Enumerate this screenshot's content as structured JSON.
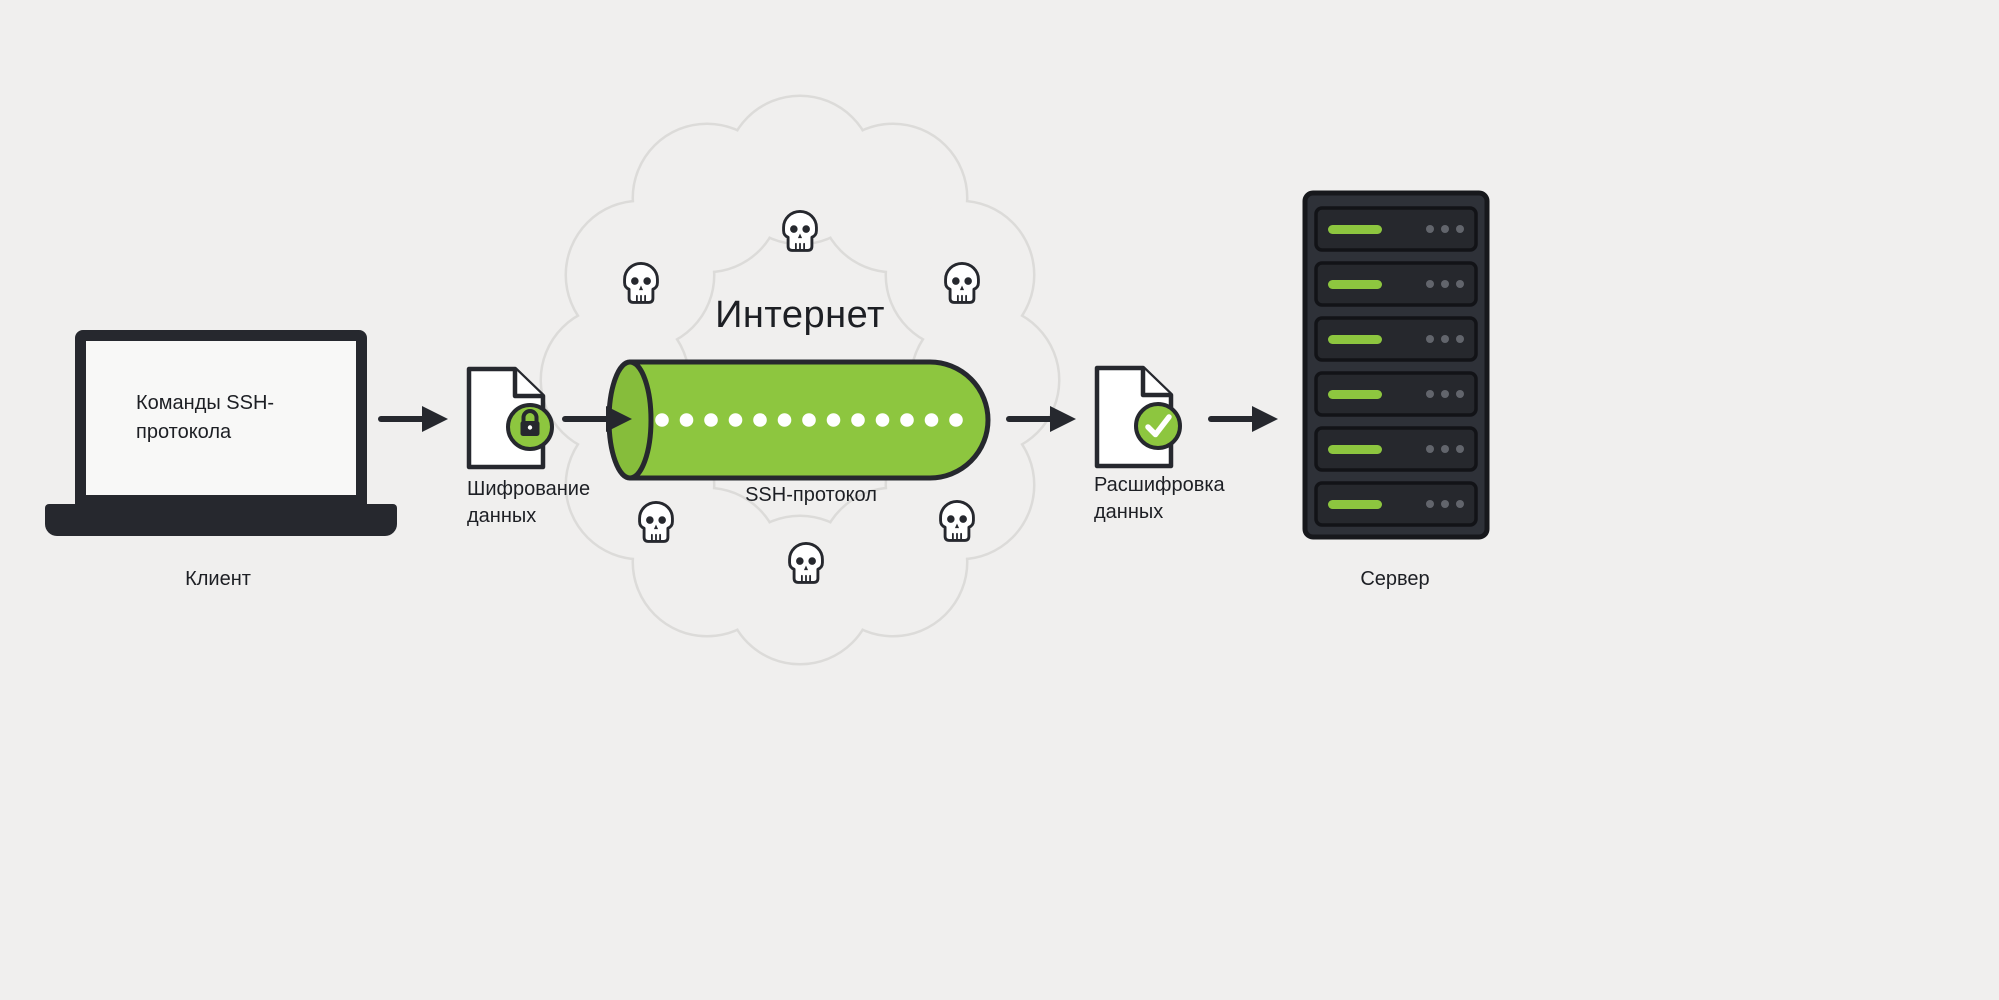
{
  "colors": {
    "accent_green": "#8dc63f",
    "dark": "#26282e",
    "background": "#f0efee",
    "cloud_outline": "#dcdbd9"
  },
  "client": {
    "screen_text": "Команды SSH-протокола",
    "label": "Клиент"
  },
  "encryption": {
    "label": "Шифрование данных"
  },
  "internet": {
    "label": "Интернет",
    "threats": {
      "icon": "skull-icon",
      "count": 6
    }
  },
  "tunnel": {
    "label": "SSH-протокол",
    "dots_count": 13
  },
  "decryption": {
    "label": "Расшифровка данных"
  },
  "server": {
    "label": "Сервер",
    "rack_units": 6
  }
}
